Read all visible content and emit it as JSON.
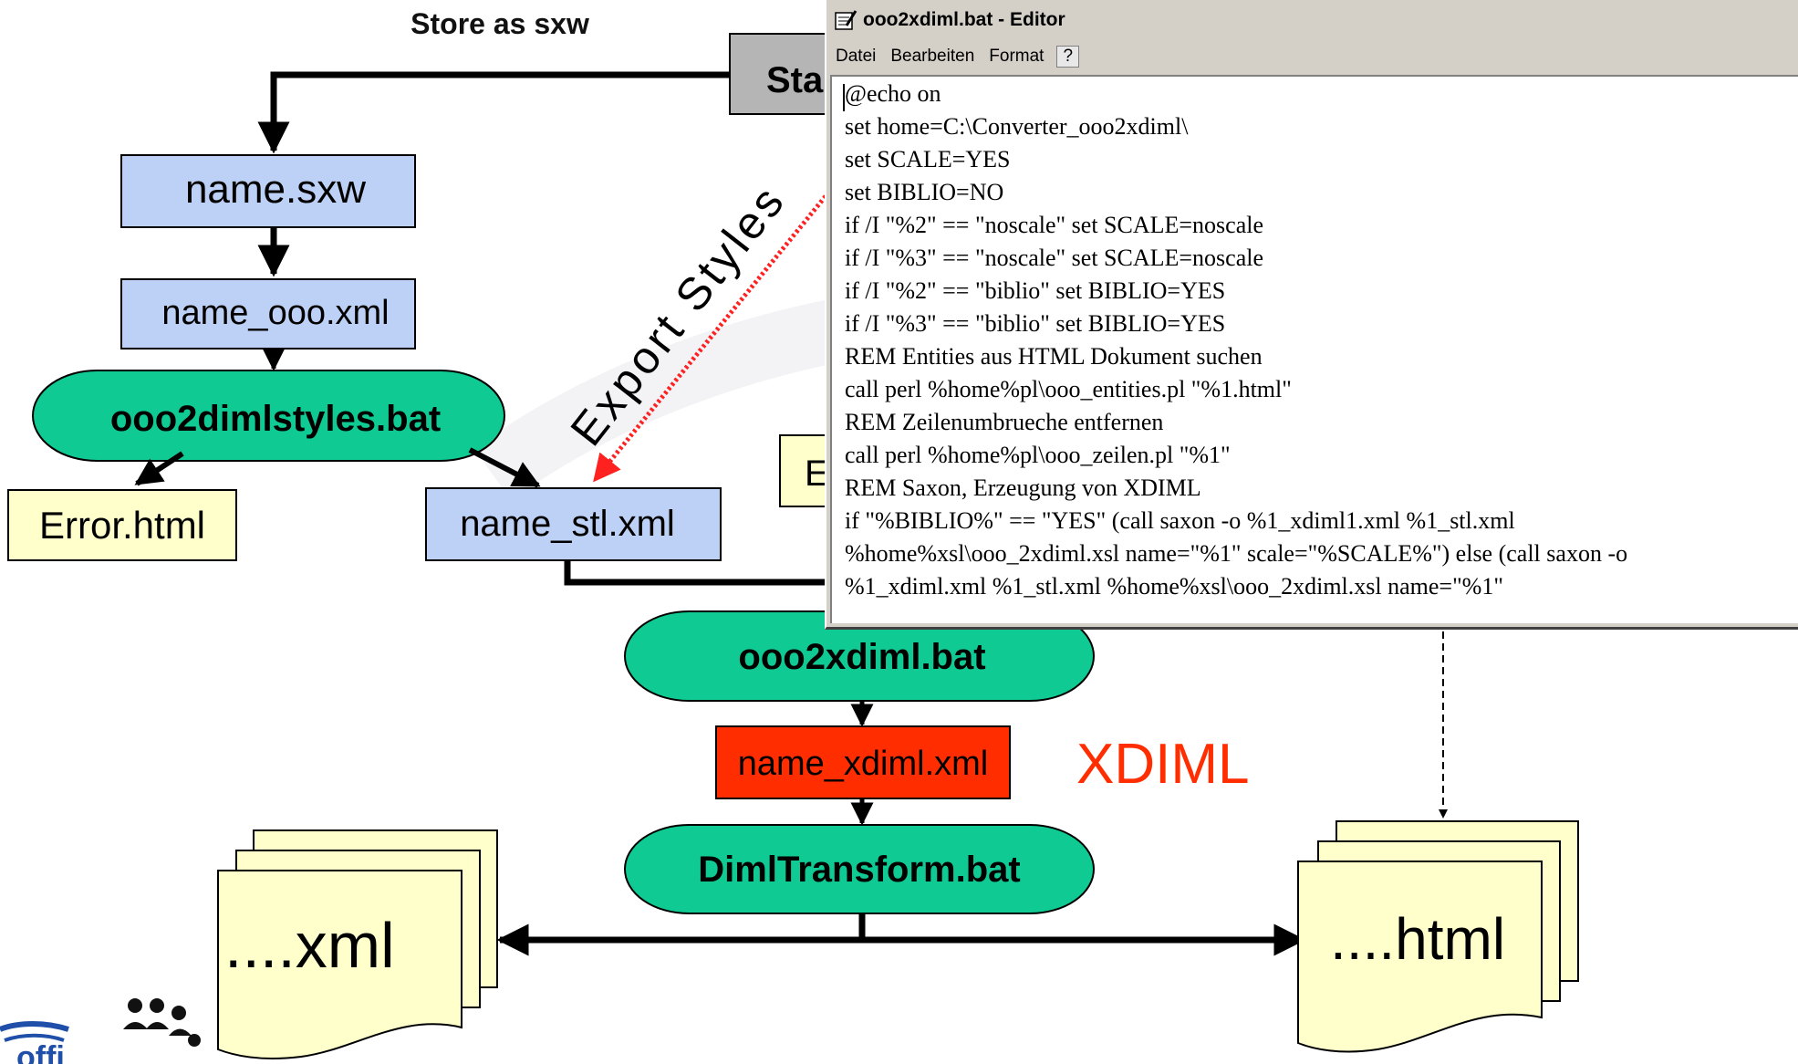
{
  "diagram": {
    "store_label": "Store as sxw",
    "start_box": "Sta",
    "name_sxw": "name.sxw",
    "name_ooo": "name_ooo.xml",
    "styles_bat": "ooo2dimlstyles.bat",
    "error_html": "Error.html",
    "name_stl": "name_stl.xml",
    "export_label": "Export Styles",
    "hidden_box": "E",
    "xdiml_bat": "ooo2xdiml.bat",
    "name_xdiml": "name_xdiml.xml",
    "xdiml_label": "XDIML",
    "transform_bat": "DimlTransform.bat",
    "xml_docs": "....xml",
    "html_docs": "....html",
    "logo_text": "offi"
  },
  "editor": {
    "title": "ooo2xdiml.bat - Editor",
    "menu": [
      "Datei",
      "Bearbeiten",
      "Format",
      "?"
    ],
    "lines": [
      "@echo on",
      "set home=C:\\Converter_ooo2xdiml\\",
      "set SCALE=YES",
      "set BIBLIO=NO",
      "if /I \"%2\" == \"noscale\" set SCALE=noscale",
      "if /I \"%3\" == \"noscale\" set SCALE=noscale",
      "if /I \"%2\" == \"biblio\" set BIBLIO=YES",
      "if /I \"%3\" == \"biblio\" set BIBLIO=YES",
      "REM Entities aus HTML Dokument suchen",
      "call perl %home%pl\\ooo_entities.pl \"%1.html\"",
      "REM Zeilenumbrueche entfernen",
      "call perl %home%pl\\ooo_zeilen.pl \"%1\"",
      "REM Saxon, Erzeugung von XDIML",
      "if \"%BIBLIO%\" == \"YES\" (call saxon -o %1_xdiml1.xml %1_stl.xml",
      "%home%xsl\\ooo_2xdiml.xsl name=\"%1\" scale=\"%SCALE%\") else (call saxon -o",
      "%1_xdiml.xml %1_stl.xml %home%xsl\\ooo_2xdiml.xsl name=\"%1\""
    ]
  },
  "colors": {
    "box_blue": "#bdd0f5",
    "box_green": "#0fca92",
    "box_yellow": "#ffffcc",
    "box_red": "#ff2d00",
    "gray_box": "#b5b5b5",
    "xdiml_red": "#ff2d00"
  }
}
